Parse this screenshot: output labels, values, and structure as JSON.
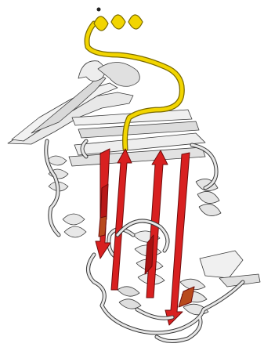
{
  "figure": {
    "kind": "protein ribbon structure",
    "colors": {
      "background": "#ffffff",
      "coil": "#e6e6e6",
      "coil_shadow": "#8c8c8c",
      "sheet": "#d82020",
      "sheet_edge": "#7a0f0f",
      "sheet_tip": "#b84a1c",
      "loop_highlight": "#f0d000",
      "outline": "#3a3a3a"
    },
    "elements": {
      "beta_strands": 4,
      "highlighted_loop": 1
    }
  }
}
